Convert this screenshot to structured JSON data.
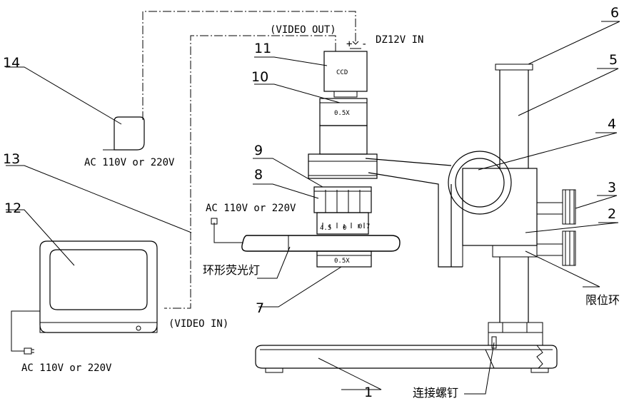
{
  "callouts": [
    "1",
    "2",
    "3",
    "4",
    "5",
    "6",
    "7",
    "8",
    "9",
    "10",
    "11",
    "12",
    "13",
    "14"
  ],
  "labels": {
    "video_out": "(VIDEO OUT)",
    "power_in": "DZ12V  IN",
    "plus": "+",
    "minus": "-",
    "ac_adapter": "AC 110V  or 220V",
    "ac_ring": "AC 110V  or 220V",
    "ac_monitor": "AC 110V  or 220V",
    "video_in": "(VIDEO IN)",
    "ccd": "CCD",
    "lens_top": "0.5X",
    "lens_bottom": "0.5X",
    "scale_left": "4.5",
    "scale_mid": "0",
    "scale_right": "0.7",
    "ring_light": "环形荧光灯",
    "stop_ring": "限位环",
    "screw": "连接螺钉"
  }
}
